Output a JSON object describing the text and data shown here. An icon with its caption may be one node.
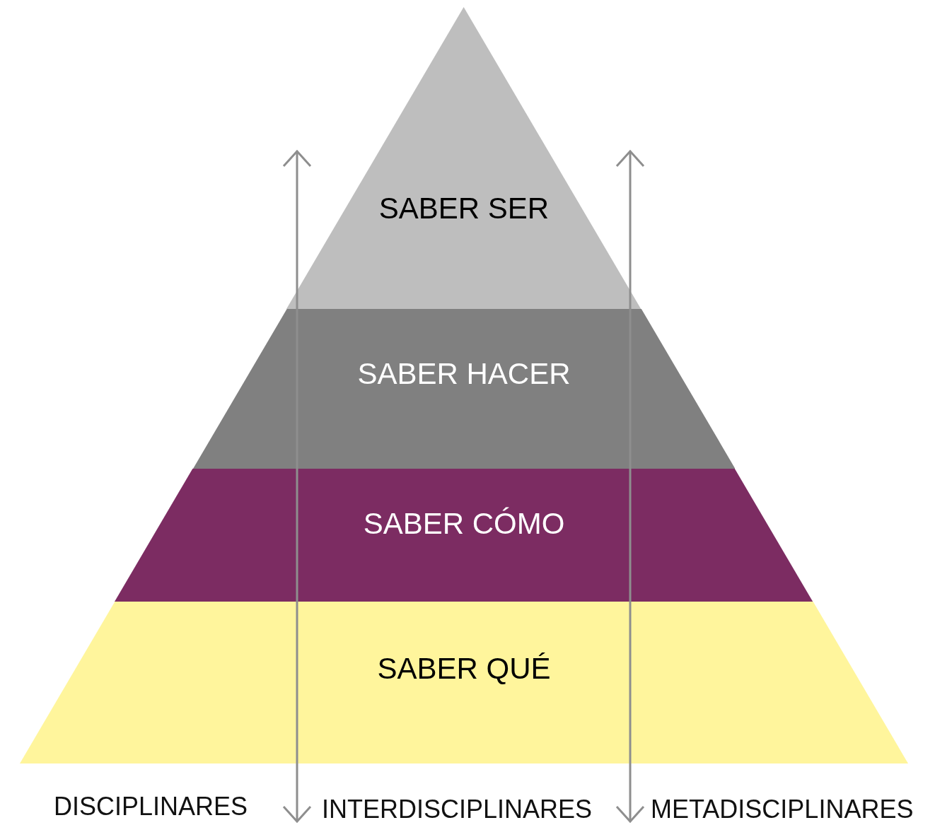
{
  "diagram": {
    "nodes": [
      {
        "text": [
          "SABER SER"
        ]
      },
      {
        "text": [
          "SABER HACER"
        ]
      },
      {
        "text": [
          "SABER CÓMO"
        ]
      },
      {
        "text": [
          "SABER QUÉ"
        ]
      }
    ],
    "labels": [
      "DISCIPLINARES",
      "INTERDISCIPLINARES",
      "METADISCIPLINARES"
    ]
  }
}
